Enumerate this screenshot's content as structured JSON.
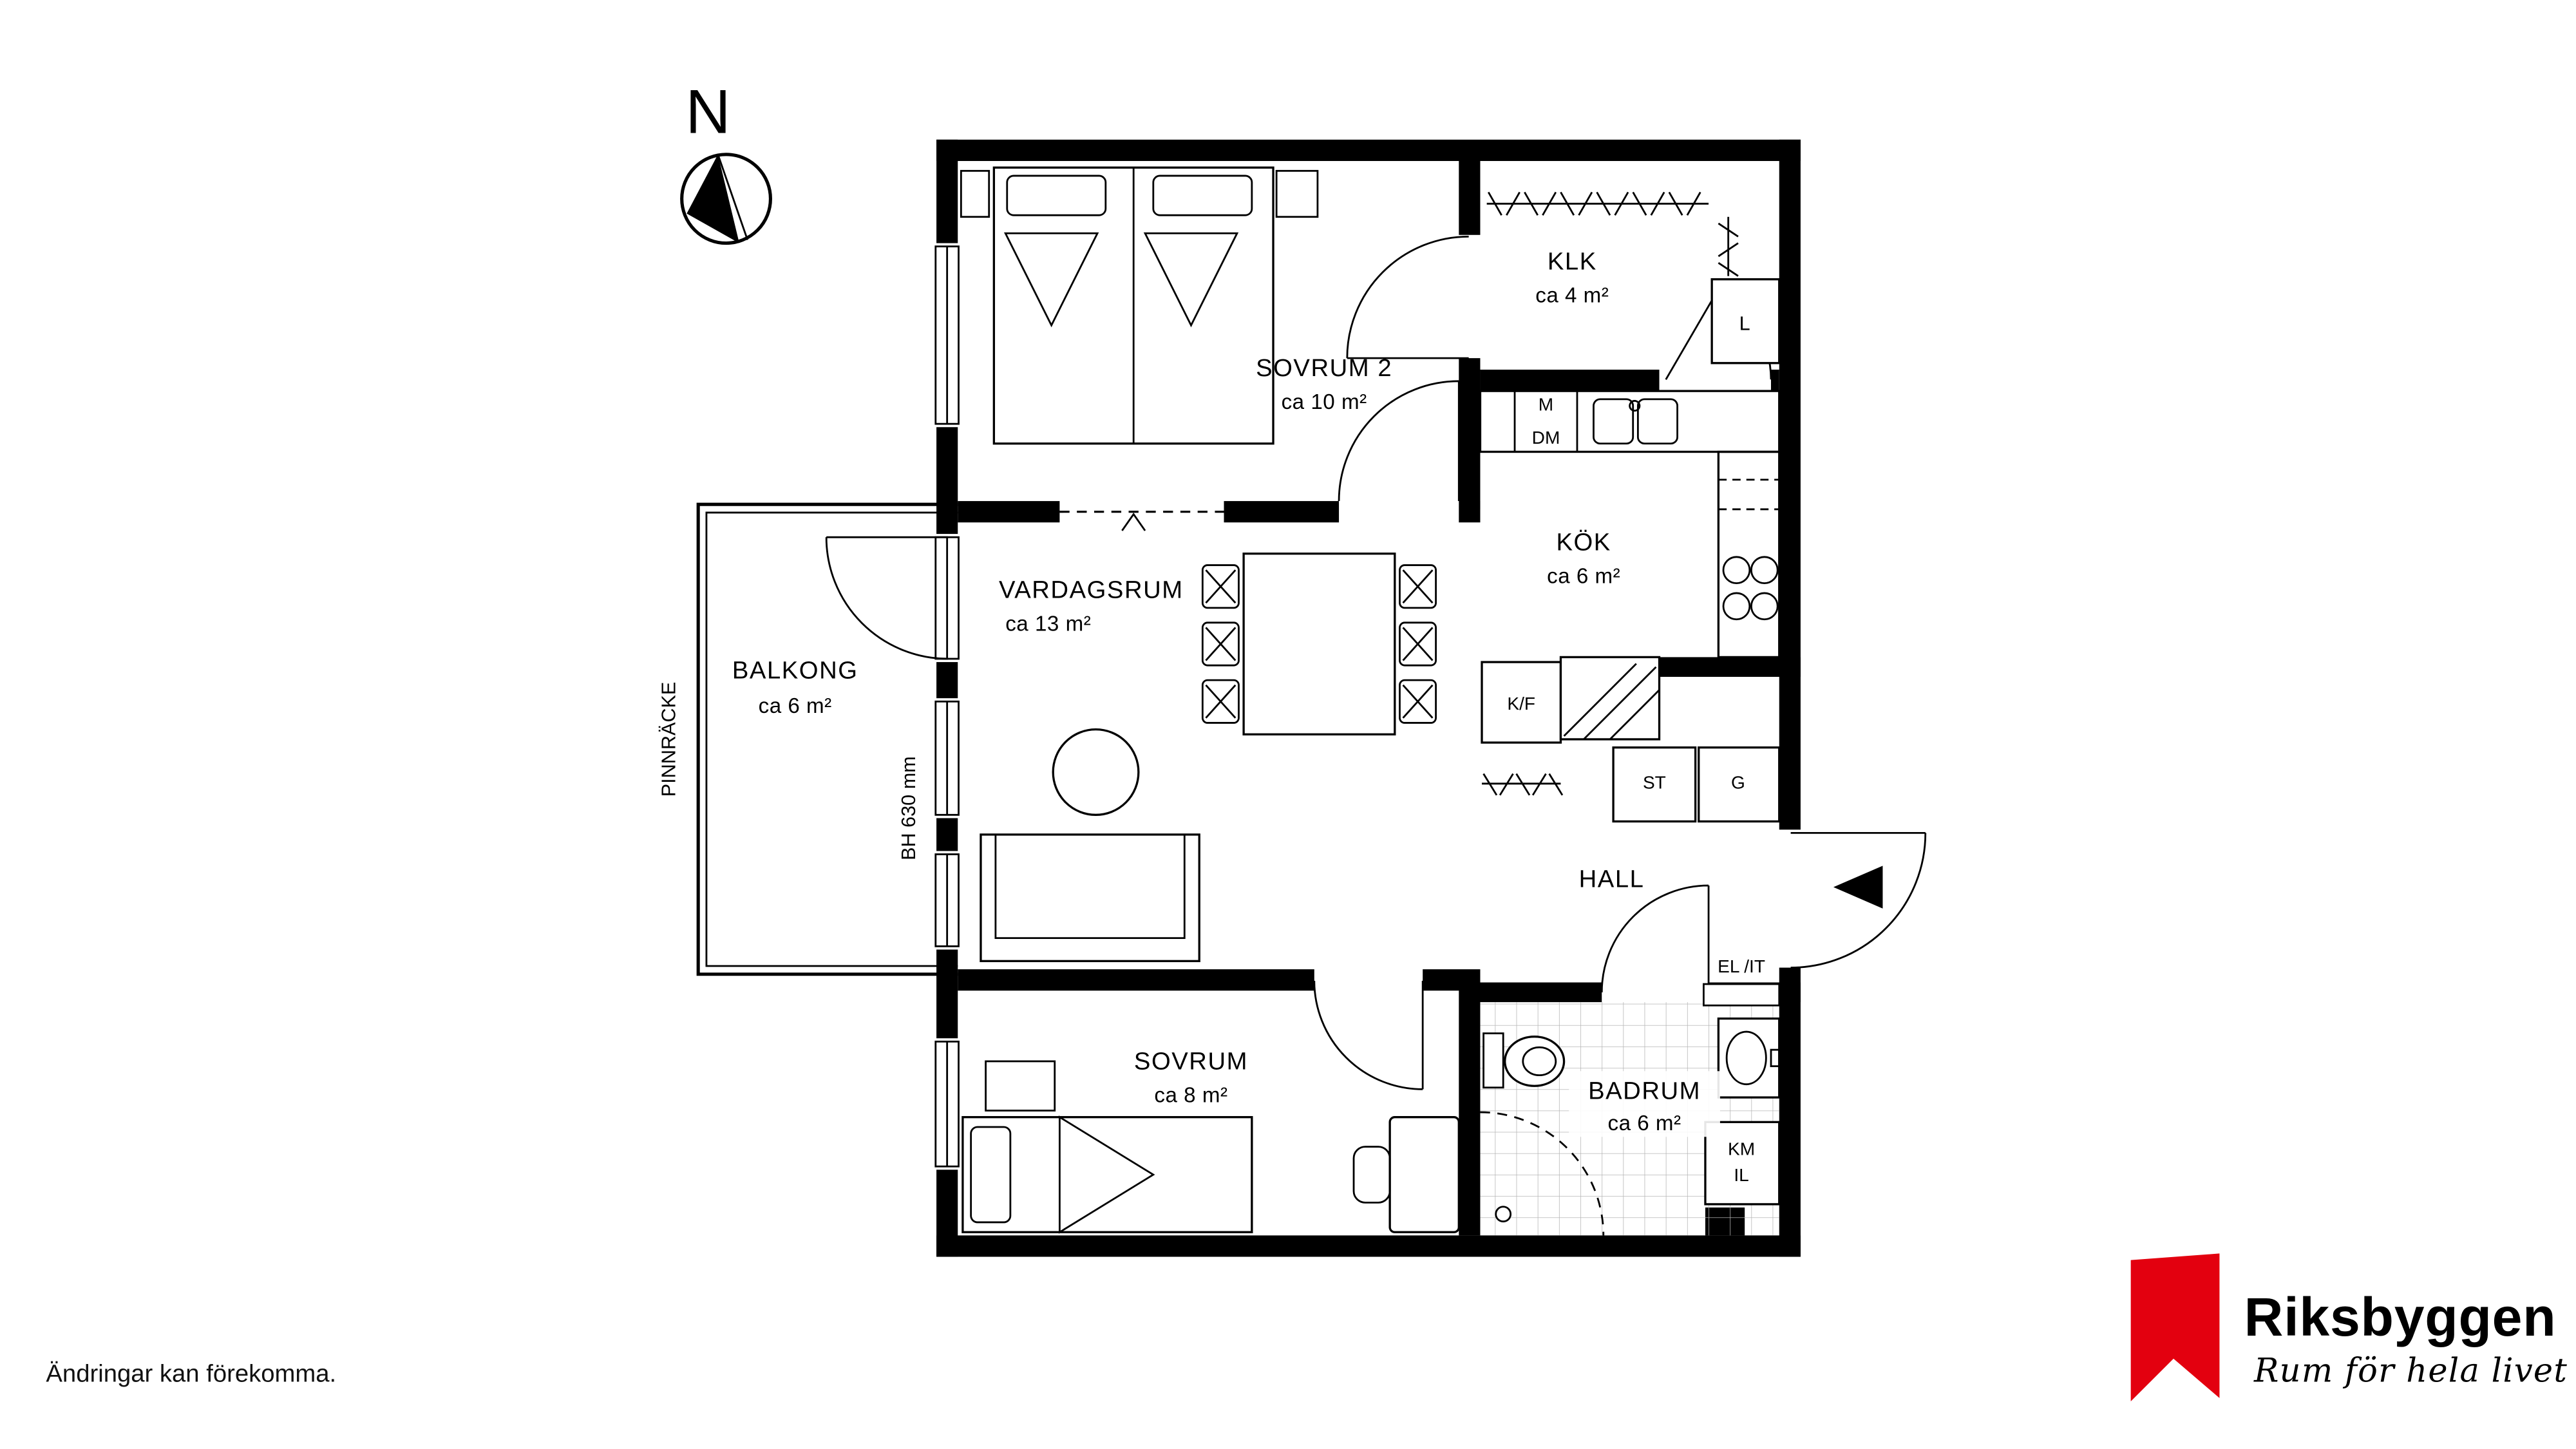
{
  "compass": {
    "north": "N"
  },
  "balcony": {
    "name": "BALKONG",
    "area": "ca 6 m²",
    "railing": "PINNRÄCKE",
    "sill_height": "BH 630 mm"
  },
  "rooms": {
    "sovrum2": {
      "name": "SOVRUM 2",
      "area": "ca 10 m²"
    },
    "klk": {
      "name": "KLK",
      "area": "ca 4 m²"
    },
    "kok": {
      "name": "KÖK",
      "area": "ca 6 m²"
    },
    "vardagsrum": {
      "name": "VARDAGSRUM",
      "area": "ca 13 m²"
    },
    "hall": {
      "name": "HALL"
    },
    "sovrum": {
      "name": "SOVRUM",
      "area": "ca 8 m²"
    },
    "badrum": {
      "name": "BADRUM",
      "area": "ca 6 m²"
    }
  },
  "labels": {
    "microwave": "M",
    "dishwasher": "DM",
    "linen": "L",
    "fridge_freezer": "K/F",
    "cleaning": "ST",
    "wardrobe": "G",
    "el_it": "EL /IT",
    "washer": "KM",
    "il": "IL"
  },
  "footer": {
    "disclaimer": "Ändringar kan förekomma."
  },
  "logo": {
    "brand": "Riksbyggen",
    "tagline": "Rum för hela livet",
    "brand_color": "#3d3d3f",
    "accent_red": "#e3000f"
  }
}
